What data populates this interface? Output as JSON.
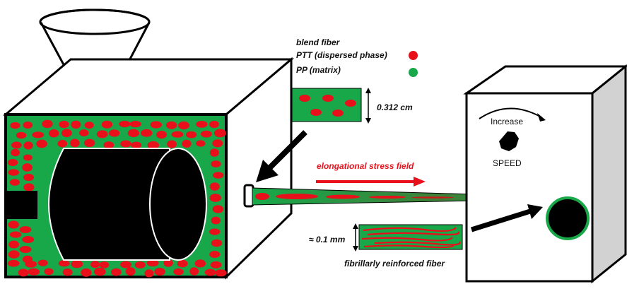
{
  "legend": {
    "title": "blend fiber",
    "items": [
      {
        "label": "PTT (dispersed phase)",
        "color": "#e8101a"
      },
      {
        "label": "PP (matrix)",
        "color": "#18a84a"
      }
    ]
  },
  "blend_fiber_size": "0.312 cm",
  "stress_label": "elongational stress field",
  "winder": {
    "increase_label": "Increase",
    "speed_label": "SPEED"
  },
  "reinforced": {
    "size": "≈ 0.1 mm",
    "label": "fibrillarly reinforced fiber"
  },
  "colors": {
    "ptt": "#e8101a",
    "pp": "#18a84a",
    "black": "#000000"
  }
}
